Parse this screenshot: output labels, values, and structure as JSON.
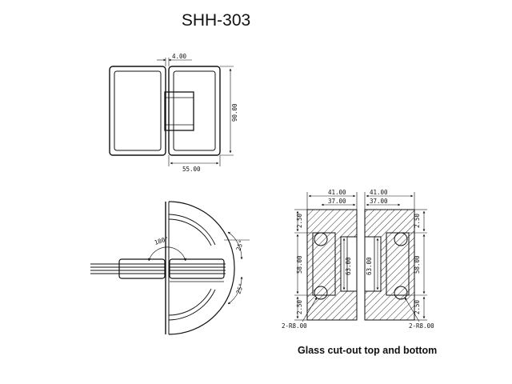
{
  "title": "SHH-303",
  "caption": "Glass cut-out top and bottom",
  "top_view": {
    "dim_gap": "4.00",
    "dim_height": "90.00",
    "dim_width": "55.00"
  },
  "side_view": {
    "angle_main": "180°",
    "angle_upper": "25°",
    "angle_lower": "25°"
  },
  "cutout": {
    "dim_left_outer": "41.00",
    "dim_left_inner": "37.00",
    "dim_right_outer": "41.00",
    "dim_right_inner": "37.00",
    "dim_top_left": "2.50",
    "dim_top_right": "2.50",
    "dim_mid_left": "58.00",
    "dim_mid_right": "58.00",
    "dim_center_left": "63.00",
    "dim_center_right": "63.00",
    "dim_bottom_left": "2.50",
    "dim_bottom_right": "2.50",
    "radius_left": "2-R8.00",
    "radius_right": "2-R8.00"
  }
}
